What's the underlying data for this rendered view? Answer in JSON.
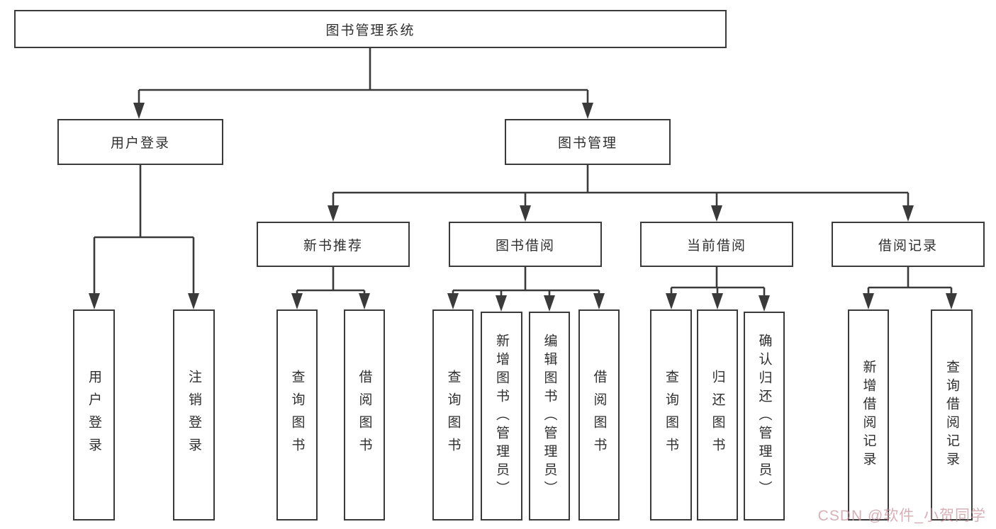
{
  "diagram": {
    "title": "图书管理系统",
    "branches": [
      {
        "label": "用户登录",
        "children": [
          {
            "label": "用户登录"
          },
          {
            "label": "注销登录"
          }
        ]
      },
      {
        "label": "图书管理",
        "children": [
          {
            "label": "新书推荐",
            "children": [
              {
                "label": "查询图书"
              },
              {
                "label": "借阅图书"
              }
            ]
          },
          {
            "label": "图书借阅",
            "children": [
              {
                "label": "查询图书"
              },
              {
                "label": "新增图书（管理员）"
              },
              {
                "label": "编辑图书（管理员）"
              },
              {
                "label": "借阅图书"
              }
            ]
          },
          {
            "label": "当前借阅",
            "children": [
              {
                "label": "查询图书"
              },
              {
                "label": "归还图书"
              },
              {
                "label": "确认归还（管理员）"
              }
            ]
          },
          {
            "label": "借阅记录",
            "children": [
              {
                "label": "新增借阅记录"
              },
              {
                "label": "查询借阅记录"
              }
            ]
          }
        ]
      }
    ]
  },
  "colors": {
    "line": "#3a3a3a",
    "box_fill": "#ffffff",
    "text": "#2f2f2f",
    "watermark": "#c9969e"
  },
  "watermark": {
    "text": "CSDN @软件_小贺同学"
  }
}
